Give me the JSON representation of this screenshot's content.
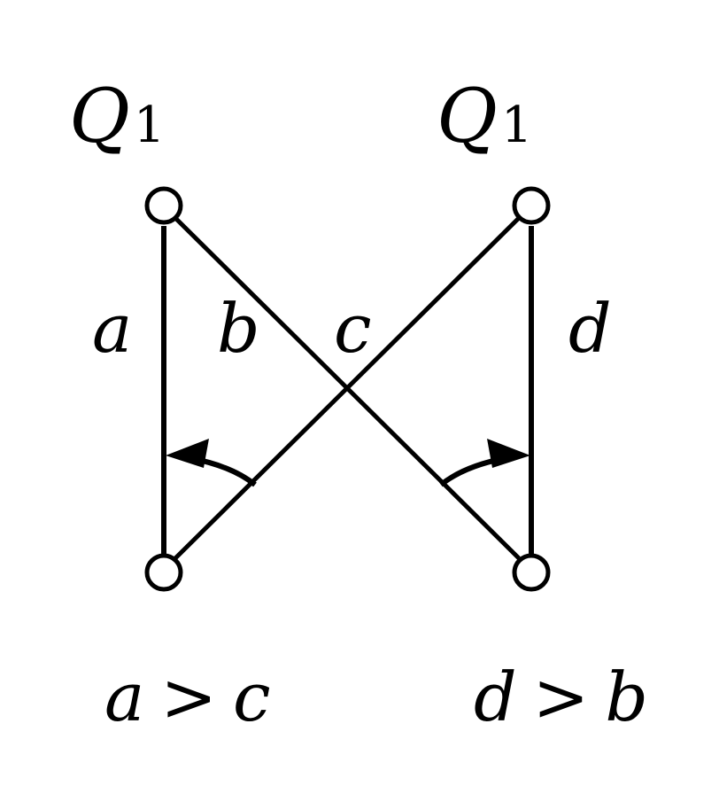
{
  "vertices": {
    "top_left": {
      "label": "Q",
      "subscript": "1"
    },
    "top_right": {
      "label": "Q",
      "subscript": "1"
    }
  },
  "edges": {
    "a": {
      "label": "a"
    },
    "b": {
      "label": "b"
    },
    "c": {
      "label": "c"
    },
    "d": {
      "label": "d"
    }
  },
  "relations": {
    "left": {
      "lhs": "a",
      "op": ">",
      "rhs": "c"
    },
    "right": {
      "lhs": "d",
      "op": ">",
      "rhs": "b"
    }
  },
  "colors": {
    "stroke": "#000000",
    "vertex_fill": "#ffffff",
    "background": "#ffffff"
  }
}
